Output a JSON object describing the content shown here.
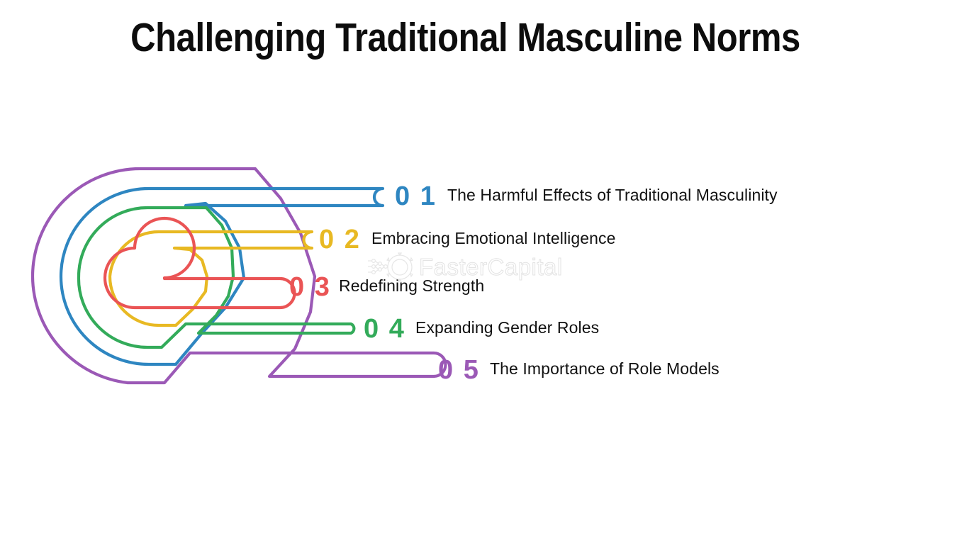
{
  "page": {
    "title": "Challenging Traditional Masculine Norms",
    "background_color": "#ffffff",
    "title_color": "#0d0d0d"
  },
  "watermark": {
    "text": "FasterCapital",
    "icon": "gear-network-icon",
    "color": "#e3e3e3"
  },
  "diagram": {
    "type": "spiral-list-infographic",
    "item_count": 5,
    "items": [
      {
        "number": "0 1",
        "label": "The Harmful Effects of Traditional Masculinity",
        "color": "#2e86c1"
      },
      {
        "number": "0 2",
        "label": "Embracing Emotional Intelligence",
        "color": "#e8b923"
      },
      {
        "number": "0 3",
        "label": "Redefining Strength",
        "color": "#ea5455"
      },
      {
        "number": "0 4",
        "label": "Expanding Gender Roles",
        "color": "#33ab5a"
      },
      {
        "number": "0 5",
        "label": "The Importance of Role Models",
        "color": "#9b59b6"
      }
    ]
  }
}
